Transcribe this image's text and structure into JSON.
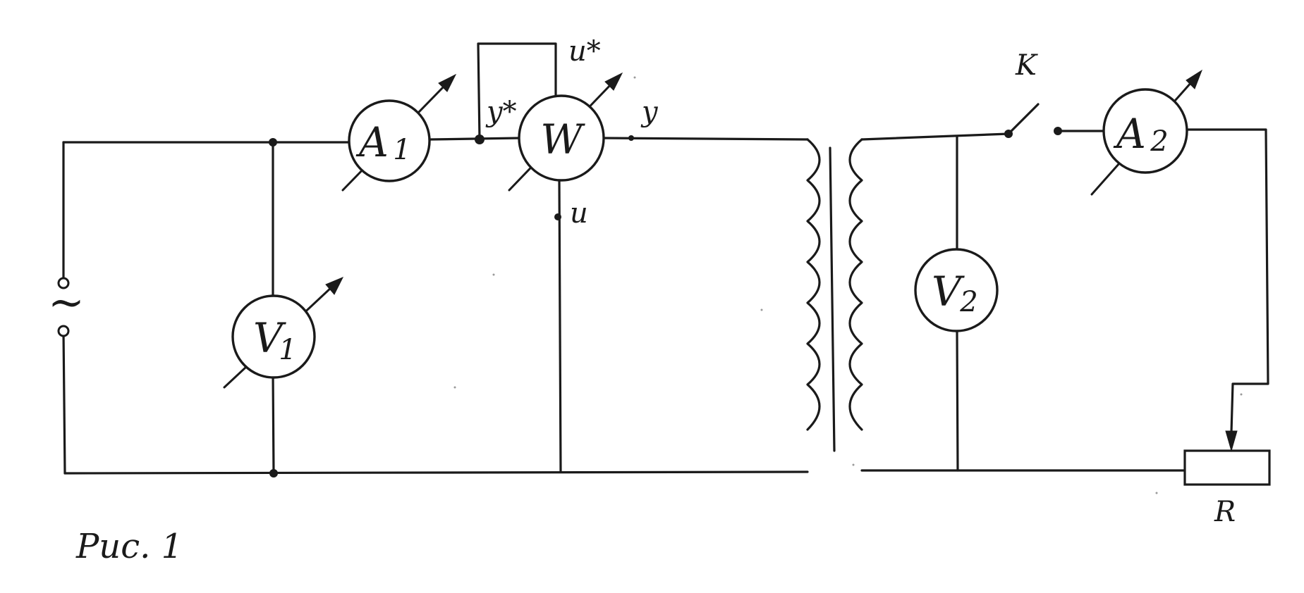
{
  "source_symbol": "~",
  "meters": {
    "a1": {
      "letter": "A",
      "sub": "1"
    },
    "w": {
      "letter": "W",
      "sub": ""
    },
    "v1": {
      "letter": "V",
      "sub": "1"
    },
    "v2": {
      "letter": "V",
      "sub": "2"
    },
    "a2": {
      "letter": "A",
      "sub": "2"
    }
  },
  "terminal_labels": {
    "u_star": "u*",
    "i_star": "y*",
    "i": "y",
    "u": "u"
  },
  "switch_label": "K",
  "resistor_label": "R",
  "caption": "Рис. 1"
}
